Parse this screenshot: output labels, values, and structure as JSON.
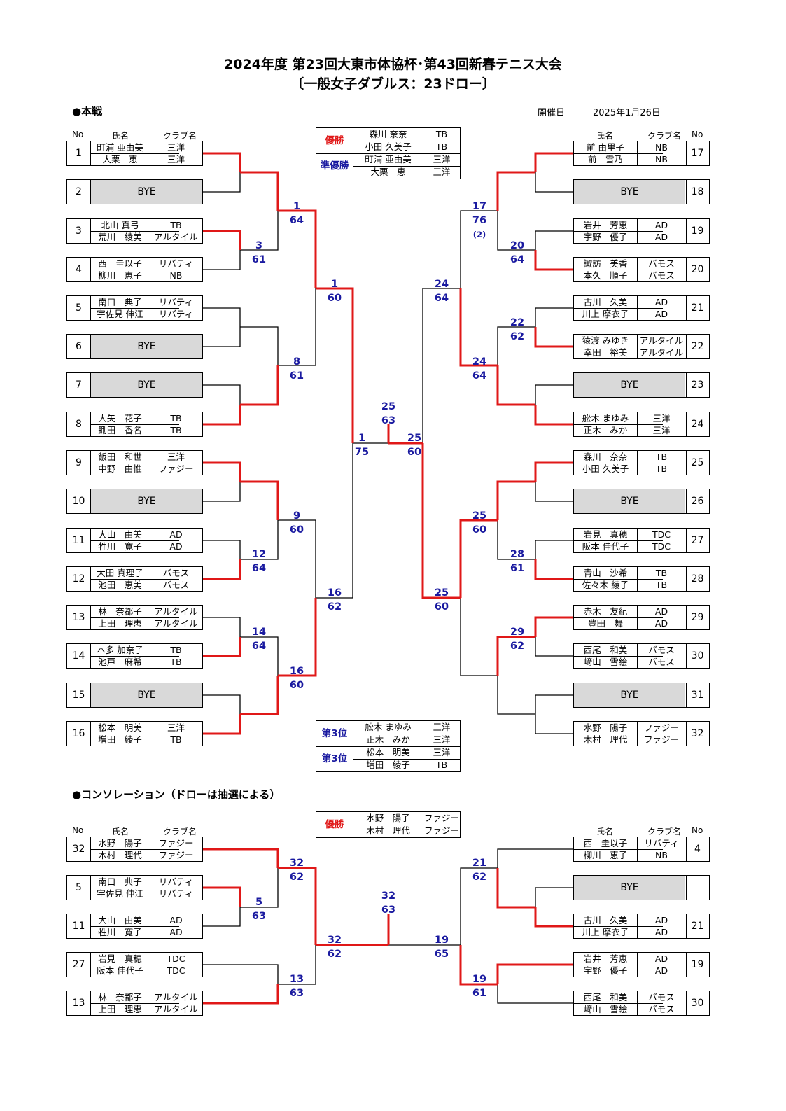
{
  "title_line1": "2024年度 第23回大東市体協杯･第43回新春テニス大会",
  "title_line2": "〔一般女子ダブルス：23ドロー〕",
  "main_section": "●本戦",
  "date_label": "開催日",
  "date_value": "2025年1月26日",
  "col_headers": {
    "no": "No",
    "name": "氏名",
    "club": "クラブ名"
  },
  "bye_label": "BYE",
  "results": {
    "champion_label": "優勝",
    "runnerup_label": "準優勝",
    "third_label": "第3位",
    "champion": [
      [
        "森川 奈奈",
        "TB"
      ],
      [
        "小田 久美子",
        "TB"
      ]
    ],
    "runnerup": [
      [
        "町浦 亜由美",
        "三洋"
      ],
      [
        "大栗　恵",
        "三洋"
      ]
    ],
    "third_a": [
      [
        "舩木 まゆみ",
        "三洋"
      ],
      [
        "正木　みか",
        "三洋"
      ]
    ],
    "third_b": [
      [
        "松本　明美",
        "三洋"
      ],
      [
        "増田　綾子",
        "TB"
      ]
    ]
  },
  "main_left": [
    {
      "no": "1",
      "p1": "町浦 亜由美",
      "c1": "三洋",
      "p2": "大栗　恵",
      "c2": "三洋"
    },
    {
      "no": "2",
      "bye": true
    },
    {
      "no": "3",
      "p1": "北山 真弓",
      "c1": "TB",
      "p2": "荒川　綾美",
      "c2": "アルタイル"
    },
    {
      "no": "4",
      "p1": "西　圭以子",
      "c1": "リバティ",
      "p2": "柳川　恵子",
      "c2": "NB"
    },
    {
      "no": "5",
      "p1": "南口　典子",
      "c1": "リバティ",
      "p2": "宇佐見 伸江",
      "c2": "リバティ"
    },
    {
      "no": "6",
      "bye": true
    },
    {
      "no": "7",
      "bye": true
    },
    {
      "no": "8",
      "p1": "大矢　花子",
      "c1": "TB",
      "p2": "鋤田　香名",
      "c2": "TB"
    },
    {
      "no": "9",
      "p1": "飯田　和世",
      "c1": "三洋",
      "p2": "中野　由惟",
      "c2": "ファジー"
    },
    {
      "no": "10",
      "bye": true
    },
    {
      "no": "11",
      "p1": "大山　由美",
      "c1": "AD",
      "p2": "牲川　寛子",
      "c2": "AD"
    },
    {
      "no": "12",
      "p1": "大田 真理子",
      "c1": "バモス",
      "p2": "池田　恵美",
      "c2": "バモス"
    },
    {
      "no": "13",
      "p1": "林　奈都子",
      "c1": "アルタイル",
      "p2": "上田　理恵",
      "c2": "アルタイル"
    },
    {
      "no": "14",
      "p1": "本多 加奈子",
      "c1": "TB",
      "p2": "池戸　麻希",
      "c2": "TB"
    },
    {
      "no": "15",
      "bye": true
    },
    {
      "no": "16",
      "p1": "松本　明美",
      "c1": "三洋",
      "p2": "増田　綾子",
      "c2": "TB"
    }
  ],
  "main_right": [
    {
      "no": "17",
      "p1": "前 由里子",
      "c1": "NB",
      "p2": "前　雪乃",
      "c2": "NB"
    },
    {
      "no": "18",
      "bye": true
    },
    {
      "no": "19",
      "p1": "岩井　芳恵",
      "c1": "AD",
      "p2": "宇野　優子",
      "c2": "AD"
    },
    {
      "no": "20",
      "p1": "諏訪　美香",
      "c1": "バモス",
      "p2": "本久　順子",
      "c2": "バモス"
    },
    {
      "no": "21",
      "p1": "古川　久美",
      "c1": "AD",
      "p2": "川上 摩衣子",
      "c2": "AD"
    },
    {
      "no": "22",
      "p1": "猿渡 みゆき",
      "c1": "アルタイル",
      "p2": "幸田　裕美",
      "c2": "アルタイル"
    },
    {
      "no": "23",
      "bye": true
    },
    {
      "no": "24",
      "p1": "舩木 まゆみ",
      "c1": "三洋",
      "p2": "正木　みか",
      "c2": "三洋"
    },
    {
      "no": "25",
      "p1": "森川　奈奈",
      "c1": "TB",
      "p2": "小田 久美子",
      "c2": "TB"
    },
    {
      "no": "26",
      "bye": true
    },
    {
      "no": "27",
      "p1": "岩見　真穂",
      "c1": "TDC",
      "p2": "阪本 佳代子",
      "c2": "TDC"
    },
    {
      "no": "28",
      "p1": "青山　沙希",
      "c1": "TB",
      "p2": "佐々木 綾子",
      "c2": "TB"
    },
    {
      "no": "29",
      "p1": "赤木　友紀",
      "c1": "AD",
      "p2": "豊田　舞",
      "c2": "AD"
    },
    {
      "no": "30",
      "p1": "西尾　和美",
      "c1": "バモス",
      "p2": "﨑山　雪絵",
      "c2": "バモス"
    },
    {
      "no": "31",
      "bye": true
    },
    {
      "no": "32",
      "p1": "水野　陽子",
      "c1": "ファジー",
      "p2": "木村　理代",
      "c2": "ファジー"
    }
  ],
  "main_scores": {
    "L1": [
      "1",
      "64"
    ],
    "L2": [
      "3",
      "61"
    ],
    "L3": [
      "8",
      "61"
    ],
    "L4": [
      "9",
      "60"
    ],
    "L5": [
      "12",
      "64"
    ],
    "L6": [
      "14",
      "64"
    ],
    "L7": [
      "16",
      "60"
    ],
    "L8": [
      "1",
      "60"
    ],
    "L9": [
      "16",
      "62"
    ],
    "L10": [
      "1",
      "75"
    ],
    "R1": [
      "17",
      "76",
      "(2)"
    ],
    "R2": [
      "20",
      "64"
    ],
    "R3": [
      "22",
      "62"
    ],
    "R4": [
      "24",
      "64"
    ],
    "R5": [
      "25",
      "60"
    ],
    "R6": [
      "28",
      "61"
    ],
    "R7": [
      "29",
      "62"
    ],
    "R8": [
      "24",
      "64"
    ],
    "R9": [
      "25",
      "60"
    ],
    "R10": [
      "25",
      "60"
    ],
    "F": [
      "25",
      "63"
    ]
  },
  "consolation_section": "●コンソレーション（ドローは抽選による）",
  "consolation_champion_label": "優勝",
  "consolation_champion": [
    [
      "水野　陽子",
      "ファジー"
    ],
    [
      "木村　理代",
      "ファジー"
    ]
  ],
  "cons_left": [
    {
      "no": "32",
      "p1": "水野　陽子",
      "c1": "ファジー",
      "p2": "木村　理代",
      "c2": "ファジー"
    },
    {
      "no": "5",
      "p1": "南口　典子",
      "c1": "リバティ",
      "p2": "宇佐見 伸江",
      "c2": "リバティ"
    },
    {
      "no": "11",
      "p1": "大山　由美",
      "c1": "AD",
      "p2": "牲川　寛子",
      "c2": "AD"
    },
    {
      "no": "27",
      "p1": "岩見　真穂",
      "c1": "TDC",
      "p2": "阪本 佳代子",
      "c2": "TDC"
    },
    {
      "no": "13",
      "p1": "林　奈都子",
      "c1": "アルタイル",
      "p2": "上田　理恵",
      "c2": "アルタイル"
    }
  ],
  "cons_right": [
    {
      "no": "4",
      "p1": "西　圭以子",
      "c1": "リバティ",
      "p2": "柳川　恵子",
      "c2": "NB"
    },
    {
      "no": "",
      "bye": true
    },
    {
      "no": "21",
      "p1": "古川　久美",
      "c1": "AD",
      "p2": "川上 摩衣子",
      "c2": "AD"
    },
    {
      "no": "19",
      "p1": "岩井　芳恵",
      "c1": "AD",
      "p2": "宇野　優子",
      "c2": "AD"
    },
    {
      "no": "30",
      "p1": "西尾　和美",
      "c1": "バモス",
      "p2": "﨑山　雪絵",
      "c2": "バモス"
    }
  ],
  "cons_scores": {
    "CL1": [
      "5",
      "63"
    ],
    "CL2": [
      "32",
      "62"
    ],
    "CL3": [
      "13",
      "63"
    ],
    "CL4": [
      "32",
      "62"
    ],
    "CR1": [
      "21",
      "62"
    ],
    "CR2": [
      "19",
      "61"
    ],
    "CR3": [
      "19",
      "65"
    ],
    "CF": [
      "32",
      "63"
    ]
  }
}
